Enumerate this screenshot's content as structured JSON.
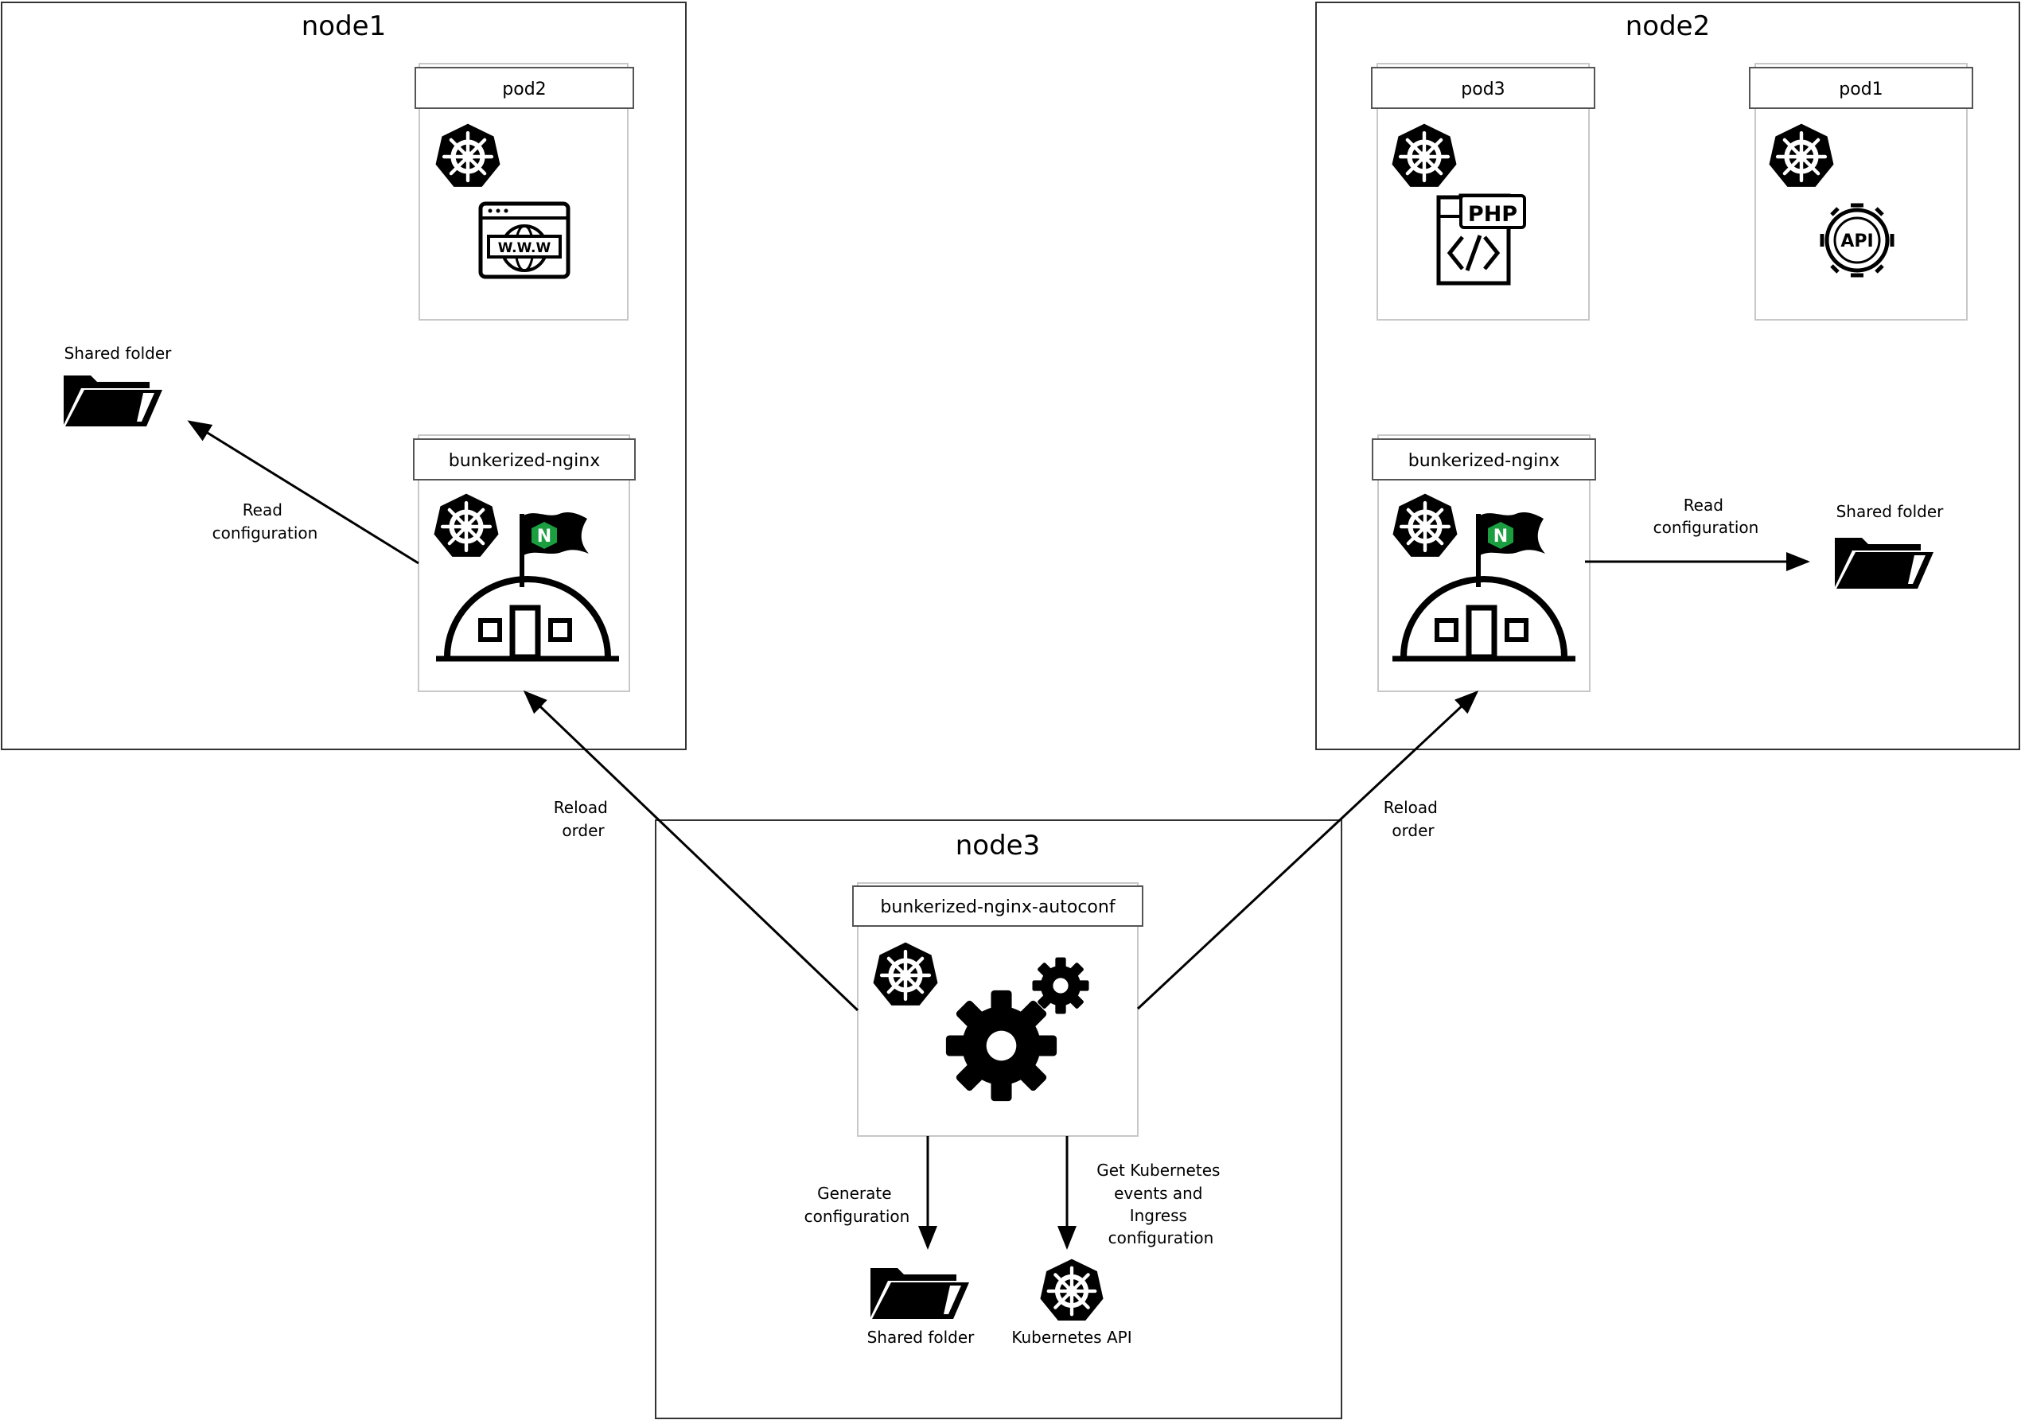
{
  "nodes": {
    "node1": {
      "title": "node1"
    },
    "node2": {
      "title": "node2"
    },
    "node3": {
      "title": "node3"
    }
  },
  "pods": {
    "pod2": {
      "title": "pod2",
      "app_icon": "www-browser-icon"
    },
    "pod3": {
      "title": "pod3",
      "app_icon": "php-file-icon"
    },
    "pod1": {
      "title": "pod1",
      "app_icon": "api-gear-icon"
    },
    "nginx_node1": {
      "title": "bunkerized-nginx",
      "app_icon": "bunker-nginx-flag-icon"
    },
    "nginx_node2": {
      "title": "bunkerized-nginx",
      "app_icon": "bunker-nginx-flag-icon"
    },
    "autoconf": {
      "title": "bunkerized-nginx-autoconf",
      "app_icon": "gears-icon"
    }
  },
  "resources": {
    "shared_folder_node1": "Shared folder",
    "shared_folder_node2": "Shared folder",
    "shared_folder_node3": "Shared folder",
    "kubernetes_api": "Kubernetes API"
  },
  "edges": {
    "read_config_node1": [
      "Read",
      "configuration"
    ],
    "read_config_node2": [
      "Read",
      "configuration"
    ],
    "reload_left": [
      "Reload",
      "order"
    ],
    "reload_right": [
      "Reload",
      "order"
    ],
    "generate_config": [
      "Generate",
      "configuration"
    ],
    "get_k8s": [
      "Get Kubernetes",
      "events and",
      "Ingress",
      "configuration"
    ]
  },
  "colors": {
    "nginx_green": "#1a9e3f",
    "line": "#000000",
    "node_border": "#333333",
    "pod_border": "#c8c8c8"
  }
}
